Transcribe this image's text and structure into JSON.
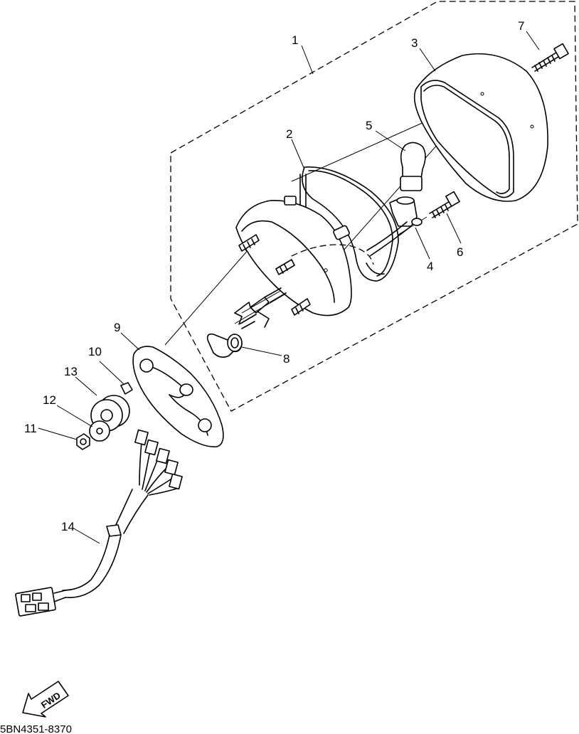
{
  "diagram": {
    "callouts": [
      {
        "id": "p1",
        "number": "1"
      },
      {
        "id": "p2",
        "number": "2"
      },
      {
        "id": "p3",
        "number": "3"
      },
      {
        "id": "p4",
        "number": "4"
      },
      {
        "id": "p5",
        "number": "5"
      },
      {
        "id": "p6",
        "number": "6"
      },
      {
        "id": "p7",
        "number": "7"
      },
      {
        "id": "p8",
        "number": "8"
      },
      {
        "id": "p9",
        "number": "9"
      },
      {
        "id": "p10",
        "number": "10"
      },
      {
        "id": "p11",
        "number": "11"
      },
      {
        "id": "p12",
        "number": "12"
      },
      {
        "id": "p13",
        "number": "13"
      },
      {
        "id": "p14",
        "number": "14"
      }
    ],
    "direction_label": "FWD",
    "drawing_code": "5BN4351-8370",
    "line_color": "#000000",
    "background_color": "#ffffff"
  }
}
